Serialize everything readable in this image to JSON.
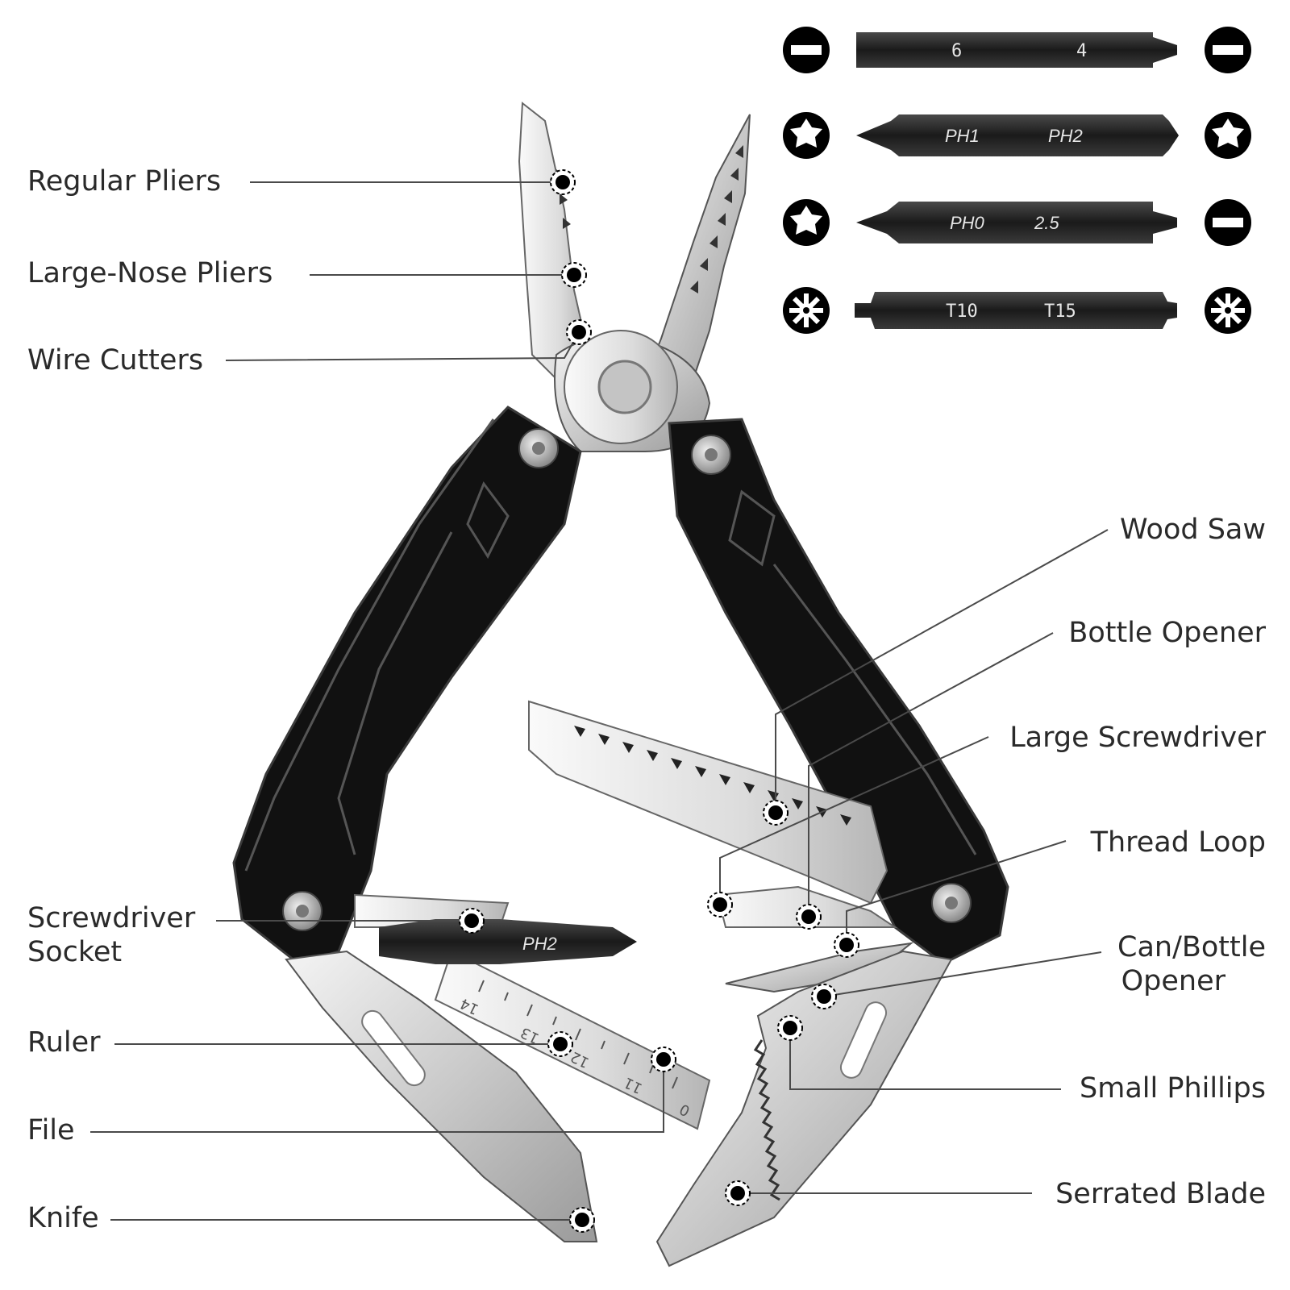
{
  "labels": {
    "regular_pliers": "Regular Pliers",
    "large_nose_pliers": "Large-Nose Pliers",
    "wire_cutters": "Wire Cutters",
    "screwdriver_socket_line1": "Screwdriver",
    "screwdriver_socket_line2": "Socket",
    "ruler": "Ruler",
    "file": "File",
    "knife": "Knife",
    "wood_saw": "Wood Saw",
    "bottle_opener": "Bottle Opener",
    "large_screwdriver": "Large Screwdriver",
    "thread_loop": "Thread Loop",
    "can_bottle_opener_line1": "Can/Bottle",
    "can_bottle_opener_line2": "Opener",
    "small_phillips": "Small Phillips",
    "serrated_blade": "Serrated Blade"
  },
  "bits": [
    {
      "left": "6",
      "right": "4",
      "left_icon": "slotted-icon",
      "right_icon": "slotted-icon"
    },
    {
      "left": "PH1",
      "right": "PH2",
      "left_icon": "phillips-icon",
      "right_icon": "phillips-icon"
    },
    {
      "left": "PH0",
      "right": "2.5",
      "left_icon": "phillips-icon",
      "right_icon": "slotted-icon"
    },
    {
      "left": "T10",
      "right": "T15",
      "left_icon": "torx-icon",
      "right_icon": "torx-icon"
    }
  ],
  "socket_bit_label": "PH2",
  "ruler_marks": [
    "14",
    "13",
    "12",
    "11",
    "0"
  ],
  "colors": {
    "handle": "#111111",
    "steel": "#c8c8c8",
    "text": "#2a2a2a",
    "marker": "#000000"
  }
}
